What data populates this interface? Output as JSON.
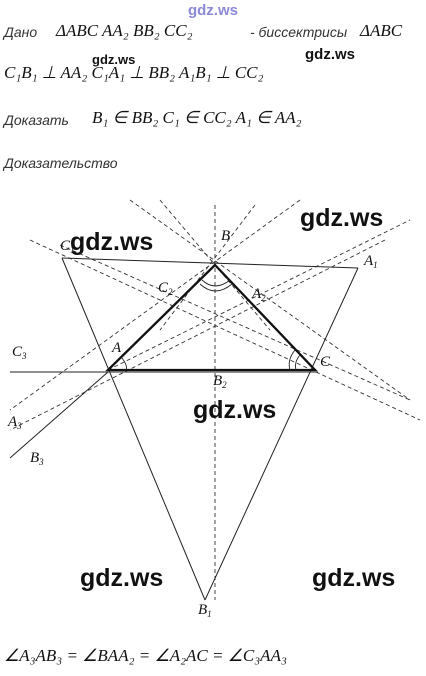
{
  "header": {
    "watermark": "gdz.ws"
  },
  "given": {
    "label": "Дано",
    "line1": "ΔABC  AA₂  BB₂  CC₂",
    "bisectors_text": "- биссектрисы",
    "triangle": "ΔABC",
    "line2": "C₁B₁ ⊥ AA₂  C₁A₁ ⊥ BB₂  A₁B₁ ⊥ CC₂"
  },
  "prove": {
    "label": "Доказать",
    "statement": "B₁ ∈ BB₂  C₁ ∈ CC₂  A₁ ∈ AA₂"
  },
  "proof": {
    "label": "Доказательство"
  },
  "diagram": {
    "points": {
      "A": "A",
      "B": "B",
      "C": "C",
      "A1": "A",
      "A1_sub": "1",
      "A2": "A",
      "A2_sub": "2",
      "A3": "A",
      "A3_sub": "3",
      "B1": "B",
      "B1_sub": "1",
      "B2": "B",
      "B2_sub": "2",
      "B3": "B",
      "B3_sub": "3",
      "C1": "C",
      "C1_sub": "1",
      "C2": "C",
      "C2_sub": "2",
      "C3": "C",
      "C3_sub": "3"
    }
  },
  "watermarks": {
    "small": "gdz.ws",
    "large": "gdz.ws"
  },
  "conclusion": {
    "equation": "∠A₃AB₃ = ∠BAA₂ = ∠A₂AC = ∠C₃AA₃"
  }
}
